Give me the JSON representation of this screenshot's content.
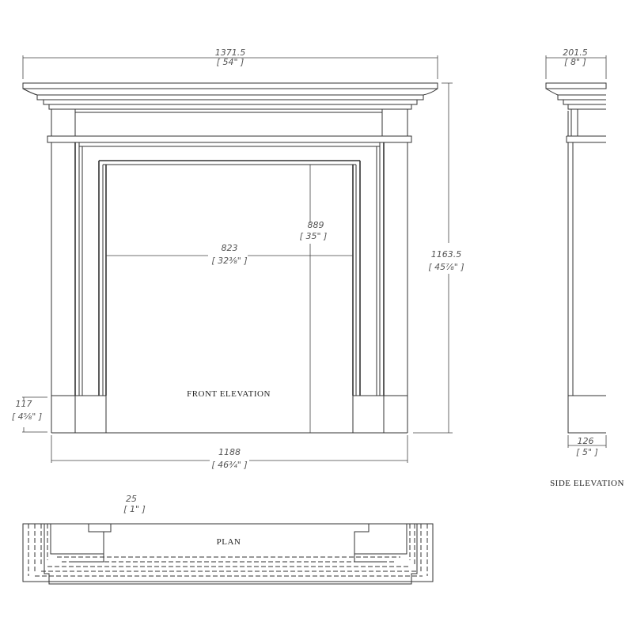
{
  "front": {
    "title": "FRONT ELEVATION",
    "dims": {
      "overall_width_mm": "1371.5",
      "overall_width_in": "[ 54\" ]",
      "opening_height_mm": "889",
      "opening_height_in": "[ 35\" ]",
      "opening_width_mm": "823",
      "opening_width_in": "[ 32⅜\" ]",
      "overall_height_mm": "1163.5",
      "overall_height_in": "[ 45⅞\" ]",
      "plinth_height_mm": "117",
      "plinth_height_in": "[ 4⅝\" ]",
      "inner_width_mm": "1188",
      "inner_width_in": "[ 46¾\" ]"
    }
  },
  "side": {
    "title": "SIDE ELEVATION",
    "dims": {
      "shelf_depth_mm": "201.5",
      "shelf_depth_in": "[ 8\" ]",
      "leg_depth_mm": "126",
      "leg_depth_in": "[ 5\" ]"
    }
  },
  "plan": {
    "title": "PLAN",
    "dims": {
      "rebate_mm": "25",
      "rebate_in": "[ 1\" ]"
    }
  }
}
